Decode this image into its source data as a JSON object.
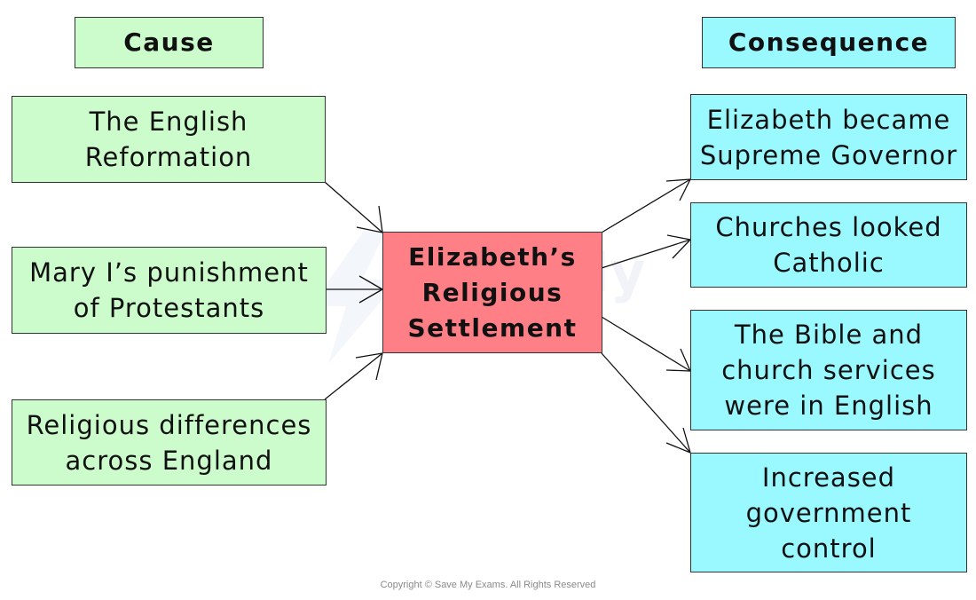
{
  "headers": {
    "cause": "Cause",
    "consequence": "Consequence"
  },
  "center": {
    "label": "Elizabeth’s\nReligious\nSettlement"
  },
  "causes": [
    "The English\nReformation",
    "Mary I’s punishment\nof Protestants",
    "Religious differences\nacross England"
  ],
  "consequences": [
    "Elizabeth became\nSupreme Governor",
    "Churches looked\nCatholic",
    "The Bible and\nchurch services\nwere in English",
    "Increased\ngovernment\ncontrol"
  ],
  "watermark": {
    "line1": "Save My",
    "line2": "Exams"
  },
  "footer": {
    "copyright": "Copyright © Save My Exams. All Rights Reserved"
  },
  "colors": {
    "cause_fill": "#ccfccc",
    "consequence_fill": "#99f9ff",
    "center_fill": "#ff7f86"
  }
}
